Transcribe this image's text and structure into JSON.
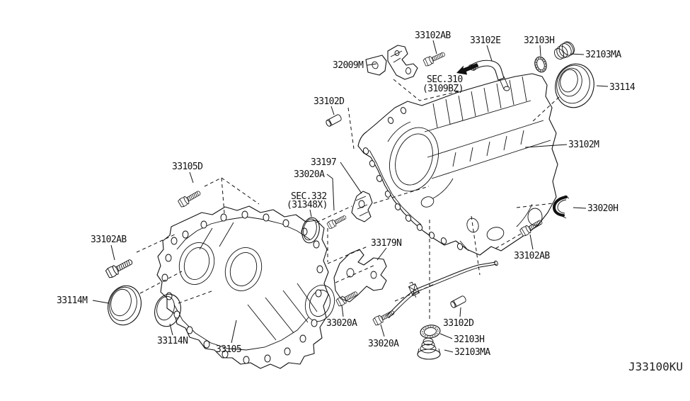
{
  "diagram": {
    "drawing_code": "J33100KU",
    "background_color": "#ffffff",
    "line_color": "#111111",
    "callouts": [
      {
        "id": "33102AB-top",
        "text": "33102AB"
      },
      {
        "id": "33102E",
        "text": "33102E"
      },
      {
        "id": "32103H-top",
        "text": "32103H"
      },
      {
        "id": "32103MA-top",
        "text": "32103MA"
      },
      {
        "id": "32009M",
        "text": "32009M"
      },
      {
        "id": "33114",
        "text": "33114"
      },
      {
        "id": "33102D-top",
        "text": "33102D"
      },
      {
        "id": "33102M",
        "text": "33102M"
      },
      {
        "id": "33105D",
        "text": "33105D"
      },
      {
        "id": "33197",
        "text": "33197"
      },
      {
        "id": "33020A-upper",
        "text": "33020A"
      },
      {
        "id": "33020H",
        "text": "33020H"
      },
      {
        "id": "33102AB-left",
        "text": "33102AB"
      },
      {
        "id": "33102AB-right",
        "text": "33102AB"
      },
      {
        "id": "33179N",
        "text": "33179N"
      },
      {
        "id": "33114M",
        "text": "33114M"
      },
      {
        "id": "33114N",
        "text": "33114N"
      },
      {
        "id": "33105",
        "text": "33105"
      },
      {
        "id": "33020A-bottom-left",
        "text": "33020A"
      },
      {
        "id": "33020A-bottom-mid",
        "text": "33020A"
      },
      {
        "id": "33102D-bottom",
        "text": "33102D"
      },
      {
        "id": "32103H-bottom",
        "text": "32103H"
      },
      {
        "id": "32103MA-bottom",
        "text": "32103MA"
      }
    ],
    "section_refs": [
      {
        "id": "sec310",
        "line1": "SEC.310",
        "line2": "(3109BZ)"
      },
      {
        "id": "sec332",
        "line1": "SEC.332",
        "line2": "(31348X)"
      }
    ]
  }
}
